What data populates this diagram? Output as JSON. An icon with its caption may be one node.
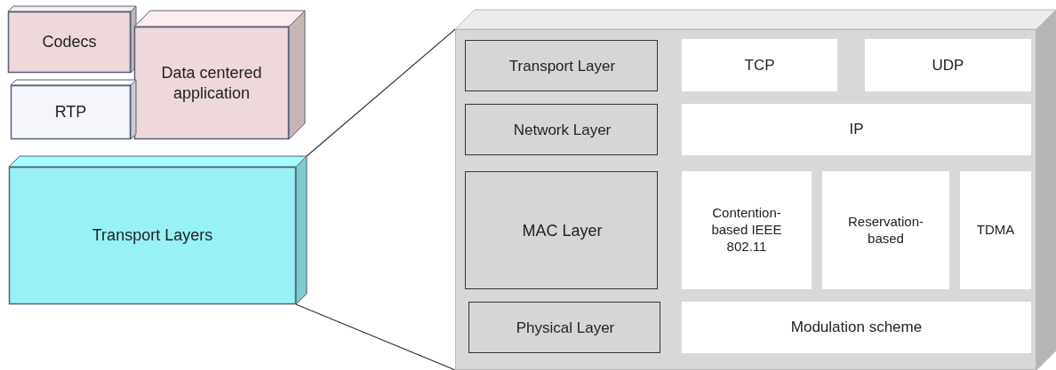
{
  "diagram": {
    "nodes": [
      {
        "text": [
          "Codecs"
        ]
      },
      {
        "text": [
          "Data centered application"
        ]
      },
      {
        "text": [
          "RTP"
        ]
      },
      {
        "text": [
          "Transport Layers"
        ]
      },
      {
        "text": [],
        "shape": "box"
      },
      {
        "text": [
          "Transport Layer"
        ],
        "in": 4
      },
      {
        "text": [
          "TCP"
        ],
        "in": 4
      },
      {
        "text": [
          "UDP"
        ],
        "in": 4
      },
      {
        "text": [
          "Network Layer"
        ],
        "in": 4
      },
      {
        "text": [
          "IP"
        ],
        "in": 4
      },
      {
        "text": [
          "MAC Layer"
        ],
        "in": 4
      },
      {
        "text": [
          "Contention-based IEEE 802.11"
        ],
        "in": 4
      },
      {
        "text": [
          "Reservation-based"
        ],
        "in": 4
      },
      {
        "text": [
          "TDMA"
        ],
        "in": 4
      },
      {
        "text": [
          "Physical Layer"
        ],
        "in": 4
      },
      {
        "text": [
          "Modulation scheme"
        ],
        "in": 4
      }
    ],
    "edges": [
      {
        "from": 3,
        "to": 4,
        "arrow": "none"
      },
      {
        "from": 3,
        "to": 4,
        "arrow": "none"
      }
    ]
  }
}
